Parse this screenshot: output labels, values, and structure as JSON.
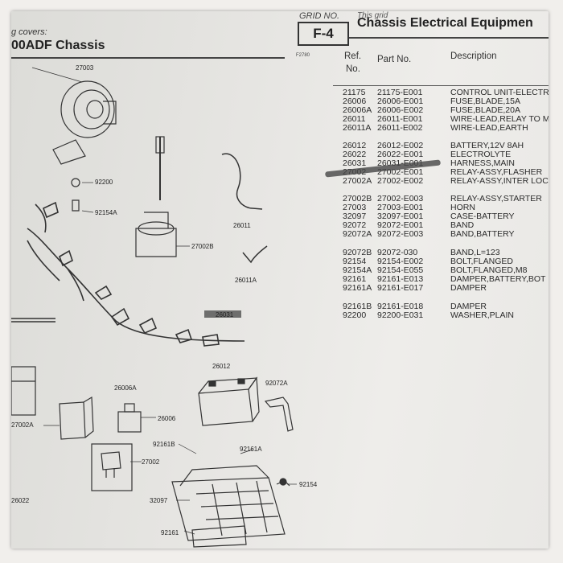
{
  "header": {
    "covers_text": "g covers:",
    "chassis_title": "00ADF Chassis",
    "grid_label": "GRID NO.",
    "grid_note": "This grid",
    "grid_value": "F-4",
    "section_title": "Chassis Electrical Equipmen",
    "figure_code": "F2780"
  },
  "table": {
    "col_ref_1": "Ref.",
    "col_ref_2": "No.",
    "col_part": "Part No.",
    "col_desc": "Description",
    "rows": [
      {
        "ref": "21175",
        "part": "21175-E001",
        "desc": "CONTROL UNIT-ELECTRO"
      },
      {
        "ref": "26006",
        "part": "26006-E001",
        "desc": "FUSE,BLADE,15A"
      },
      {
        "ref": "26006A",
        "part": "26006-E002",
        "desc": "FUSE,BLADE,20A"
      },
      {
        "ref": "26011",
        "part": "26011-E001",
        "desc": "WIRE-LEAD,RELAY TO M"
      },
      {
        "ref": "26011A",
        "part": "26011-E002",
        "desc": "WIRE-LEAD,EARTH"
      },
      {
        "ref": "26012",
        "part": "26012-E002",
        "desc": "BATTERY,12V 8AH"
      },
      {
        "ref": "26022",
        "part": "26022-E001",
        "desc": "ELECTROLYTE"
      },
      {
        "ref": "26031",
        "part": "26031-E001",
        "desc": "HARNESS,MAIN"
      },
      {
        "ref": "27002",
        "part": "27002-E001",
        "desc": "RELAY-ASSY,FLASHER"
      },
      {
        "ref": "27002A",
        "part": "27002-E002",
        "desc": "RELAY-ASSY,INTER LOC"
      },
      {
        "ref": "27002B",
        "part": "27002-E003",
        "desc": "RELAY-ASSY,STARTER"
      },
      {
        "ref": "27003",
        "part": "27003-E001",
        "desc": "HORN"
      },
      {
        "ref": "32097",
        "part": "32097-E001",
        "desc": "CASE-BATTERY"
      },
      {
        "ref": "92072",
        "part": "92072-E001",
        "desc": "BAND"
      },
      {
        "ref": "92072A",
        "part": "92072-E003",
        "desc": "BAND,BATTERY"
      },
      {
        "ref": "92072B",
        "part": "92072-030",
        "desc": "BAND,L=123"
      },
      {
        "ref": "92154",
        "part": "92154-E002",
        "desc": "BOLT,FLANGED"
      },
      {
        "ref": "92154A",
        "part": "92154-E055",
        "desc": "BOLT,FLANGED,M8"
      },
      {
        "ref": "92161",
        "part": "92161-E013",
        "desc": "DAMPER,BATTERY,BOT"
      },
      {
        "ref": "92161A",
        "part": "92161-E017",
        "desc": "DAMPER"
      },
      {
        "ref": "92161B",
        "part": "92161-E018",
        "desc": "DAMPER"
      },
      {
        "ref": "92200",
        "part": "92200-E031",
        "desc": "WASHER,PLAIN"
      }
    ]
  },
  "diagram_labels": {
    "l27003": "27003",
    "l92200": "92200",
    "l92154A": "92154A",
    "l27002B": "27002B",
    "l26011": "26011",
    "l26011A": "26011A",
    "l26031": "26031",
    "l26012": "26012",
    "l92072A": "92072A",
    "l26006A": "26006A",
    "l26006": "26006",
    "l27002A": "27002A",
    "l27002": "27002",
    "l92161B": "92161B",
    "l92161A": "92161A",
    "l92154": "92154",
    "l32097": "32097",
    "l92161": "92161",
    "l26022": "26022"
  }
}
